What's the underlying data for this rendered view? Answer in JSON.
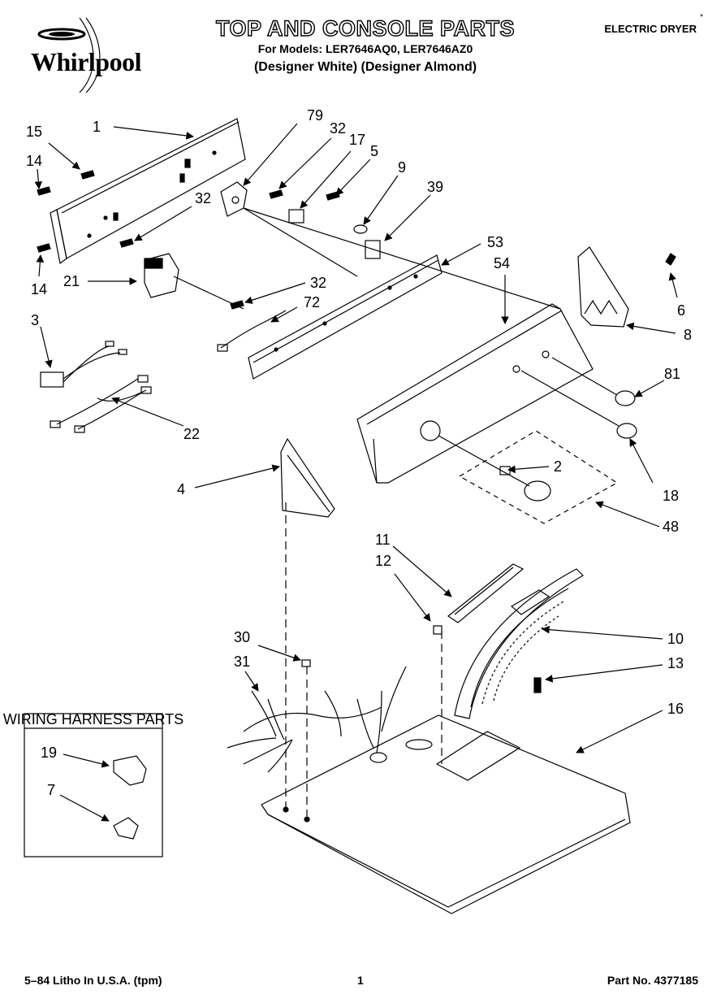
{
  "header": {
    "logo": "Whirlpool",
    "title": "TOP AND CONSOLE PARTS",
    "models": "For Models: LER7646AQ0, LER7646AZ0",
    "variants": "(Designer White) (Designer Almond)",
    "category": "ELECTRIC DRYER",
    "mark": "*"
  },
  "inset": {
    "title": "WIRING HARNESS PARTS"
  },
  "callouts": {
    "c1": "1",
    "c15": "15",
    "c14a": "14",
    "c14b": "14",
    "c79": "79",
    "c32a": "32",
    "c17": "17",
    "c5": "5",
    "c9": "9",
    "c39": "39",
    "c32b": "32",
    "c21": "21",
    "c53": "53",
    "c54": "54",
    "c6": "6",
    "c8": "8",
    "c3": "3",
    "c32c": "32",
    "c72": "72",
    "c81": "81",
    "c22": "22",
    "c2": "2",
    "c18": "18",
    "c4": "4",
    "c48": "48",
    "c11": "11",
    "c12": "12",
    "c10": "10",
    "c30": "30",
    "c31": "31",
    "c13": "13",
    "c16": "16",
    "c19": "19",
    "c7": "7"
  },
  "footer": {
    "print": "5–84 Litho In U.S.A. (tpm)",
    "page": "1",
    "part_no": "Part No. 4377185"
  }
}
